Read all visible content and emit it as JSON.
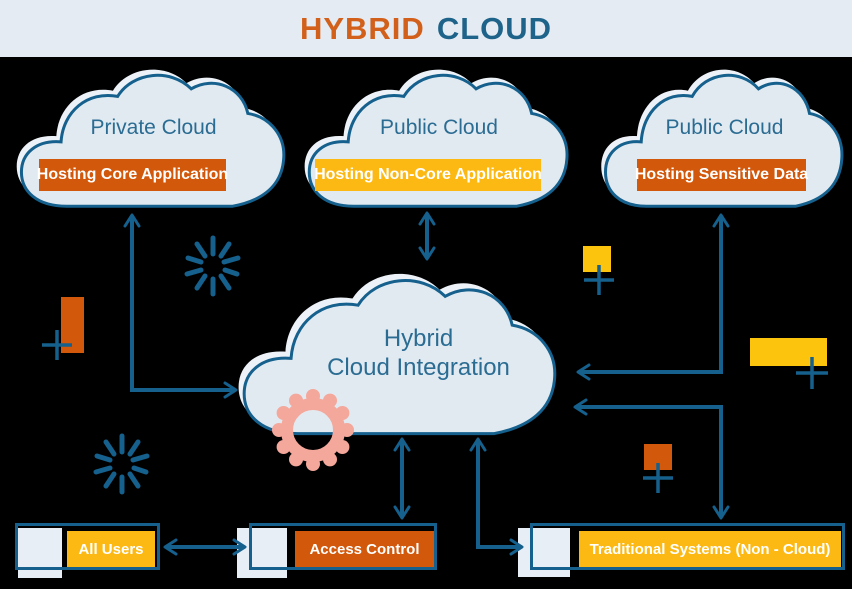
{
  "header": {
    "title_part1": "HYBRID",
    "title_part2": "CLOUD"
  },
  "clouds": {
    "private": {
      "name": "Private Cloud",
      "label": "Hosting Core Application"
    },
    "public_noncore": {
      "name": "Public Cloud",
      "label": "Hosting Non-Core Application"
    },
    "public_sensitive": {
      "name": "Public Cloud",
      "label": "Hosting Sensitive Data"
    },
    "integration": {
      "line1": "Hybrid",
      "line2": "Cloud Integration"
    }
  },
  "nodes": {
    "all_users": {
      "label": "All Users"
    },
    "access_control": {
      "label": "Access Control"
    },
    "traditional_systems": {
      "label": "Traditional Systems (Non - Cloud)"
    }
  },
  "icons": {
    "gear": "gear-icon",
    "spark": "spark-icon",
    "plus": "plus-icon"
  },
  "colors": {
    "background": "#000000",
    "header_bg": "#E4EBF3",
    "title_orange": "#D2601A",
    "title_blue": "#1E6389",
    "diagram_blue": "#15608D",
    "cloud_fill": "#E2EAF1",
    "cloud_halo": "#EDF2F8",
    "cloud_text": "#2B6C93",
    "accent_orange": "#D2580B",
    "accent_yellow": "#FDB913",
    "decor_yellow": "#FCC40D",
    "gear_salmon": "#F4A79B",
    "node_square": "#E7EEF5"
  }
}
